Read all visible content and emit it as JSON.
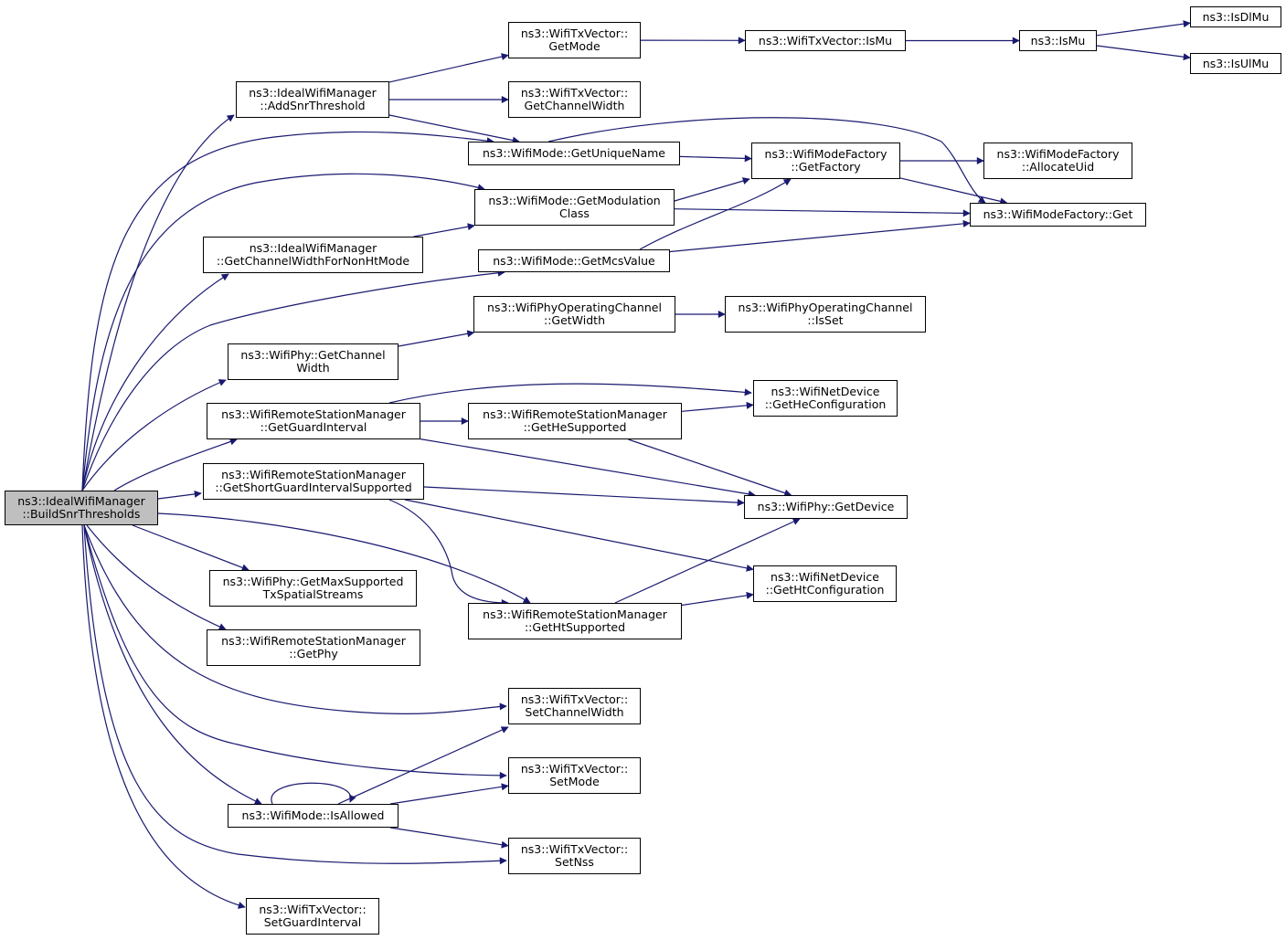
{
  "colors": {
    "edge": "#191970",
    "node_border": "#000000",
    "root_fill": "#bfbfbf",
    "node_fill": "#ffffff"
  },
  "nodes": {
    "BuildSnrThresholds": {
      "lines": [
        "ns3::IdealWifiManager",
        "::BuildSnrThresholds"
      ],
      "root": true
    },
    "AddSnrThreshold": {
      "lines": [
        "ns3::IdealWifiManager",
        "::AddSnrThreshold"
      ]
    },
    "TxGetMode": {
      "lines": [
        "ns3::WifiTxVector::",
        "GetMode"
      ]
    },
    "TxGetChannelWidth": {
      "lines": [
        "ns3::WifiTxVector::",
        "GetChannelWidth"
      ]
    },
    "TxIsMu": {
      "lines": [
        "ns3::WifiTxVector::IsMu"
      ]
    },
    "IsMu": {
      "lines": [
        "ns3::IsMu"
      ]
    },
    "IsDlMu": {
      "lines": [
        "ns3::IsDlMu"
      ]
    },
    "IsUlMu": {
      "lines": [
        "ns3::IsUlMu"
      ]
    },
    "GetUniqueName": {
      "lines": [
        "ns3::WifiMode::GetUniqueName"
      ]
    },
    "GetFactory": {
      "lines": [
        "ns3::WifiModeFactory",
        "::GetFactory"
      ]
    },
    "AllocateUid": {
      "lines": [
        "ns3::WifiModeFactory",
        "::AllocateUid"
      ]
    },
    "FactoryGet": {
      "lines": [
        "ns3::WifiModeFactory::Get"
      ]
    },
    "GetModulationClass": {
      "lines": [
        "ns3::WifiMode::GetModulation",
        "Class"
      ]
    },
    "GetChannelWidthForNonHtMode": {
      "lines": [
        "ns3::IdealWifiManager",
        "::GetChannelWidthForNonHtMode"
      ]
    },
    "GetMcsValue": {
      "lines": [
        "ns3::WifiMode::GetMcsValue"
      ]
    },
    "OpChanGetWidth": {
      "lines": [
        "ns3::WifiPhyOperatingChannel",
        "::GetWidth"
      ]
    },
    "OpChanIsSet": {
      "lines": [
        "ns3::WifiPhyOperatingChannel",
        "::IsSet"
      ]
    },
    "PhyGetChannelWidth": {
      "lines": [
        "ns3::WifiPhy::GetChannel",
        "Width"
      ]
    },
    "GetGuardInterval": {
      "lines": [
        "ns3::WifiRemoteStationManager",
        "::GetGuardInterval"
      ]
    },
    "GetHeSupported": {
      "lines": [
        "ns3::WifiRemoteStationManager",
        "::GetHeSupported"
      ]
    },
    "GetHeConfiguration": {
      "lines": [
        "ns3::WifiNetDevice",
        "::GetHeConfiguration"
      ]
    },
    "GetShortGuardIntervalSupported": {
      "lines": [
        "ns3::WifiRemoteStationManager",
        "::GetShortGuardIntervalSupported"
      ]
    },
    "PhyGetDevice": {
      "lines": [
        "ns3::WifiPhy::GetDevice"
      ]
    },
    "GetHtConfiguration": {
      "lines": [
        "ns3::WifiNetDevice",
        "::GetHtConfiguration"
      ]
    },
    "GetMaxSupportedTxSpatialStreams": {
      "lines": [
        "ns3::WifiPhy::GetMaxSupported",
        "TxSpatialStreams"
      ]
    },
    "GetHtSupported": {
      "lines": [
        "ns3::WifiRemoteStationManager",
        "::GetHtSupported"
      ]
    },
    "GetPhy": {
      "lines": [
        "ns3::WifiRemoteStationManager",
        "::GetPhy"
      ]
    },
    "SetChannelWidth": {
      "lines": [
        "ns3::WifiTxVector::",
        "SetChannelWidth"
      ]
    },
    "SetMode": {
      "lines": [
        "ns3::WifiTxVector::",
        "SetMode"
      ]
    },
    "IsAllowed": {
      "lines": [
        "ns3::WifiMode::IsAllowed"
      ]
    },
    "SetNss": {
      "lines": [
        "ns3::WifiTxVector::",
        "SetNss"
      ]
    },
    "SetGuardInterval": {
      "lines": [
        "ns3::WifiTxVector::",
        "SetGuardInterval"
      ]
    }
  },
  "edges": [
    [
      "BuildSnrThresholds",
      "AddSnrThreshold"
    ],
    [
      "BuildSnrThresholds",
      "GetUniqueName"
    ],
    [
      "BuildSnrThresholds",
      "GetModulationClass"
    ],
    [
      "BuildSnrThresholds",
      "GetChannelWidthForNonHtMode"
    ],
    [
      "BuildSnrThresholds",
      "GetMcsValue"
    ],
    [
      "BuildSnrThresholds",
      "PhyGetChannelWidth"
    ],
    [
      "BuildSnrThresholds",
      "GetGuardInterval"
    ],
    [
      "BuildSnrThresholds",
      "GetShortGuardIntervalSupported"
    ],
    [
      "BuildSnrThresholds",
      "GetMaxSupportedTxSpatialStreams"
    ],
    [
      "BuildSnrThresholds",
      "GetHtSupported"
    ],
    [
      "BuildSnrThresholds",
      "GetPhy"
    ],
    [
      "BuildSnrThresholds",
      "SetChannelWidth"
    ],
    [
      "BuildSnrThresholds",
      "SetMode"
    ],
    [
      "BuildSnrThresholds",
      "IsAllowed"
    ],
    [
      "BuildSnrThresholds",
      "SetNss"
    ],
    [
      "BuildSnrThresholds",
      "SetGuardInterval"
    ],
    [
      "AddSnrThreshold",
      "TxGetMode"
    ],
    [
      "AddSnrThreshold",
      "TxGetChannelWidth"
    ],
    [
      "AddSnrThreshold",
      "GetUniqueName"
    ],
    [
      "TxGetMode",
      "TxIsMu"
    ],
    [
      "TxIsMu",
      "IsMu"
    ],
    [
      "IsMu",
      "IsDlMu"
    ],
    [
      "IsMu",
      "IsUlMu"
    ],
    [
      "GetUniqueName",
      "GetFactory"
    ],
    [
      "GetUniqueName",
      "FactoryGet"
    ],
    [
      "GetFactory",
      "AllocateUid"
    ],
    [
      "GetFactory",
      "FactoryGet"
    ],
    [
      "GetModulationClass",
      "GetFactory"
    ],
    [
      "GetModulationClass",
      "FactoryGet"
    ],
    [
      "GetChannelWidthForNonHtMode",
      "GetModulationClass"
    ],
    [
      "GetMcsValue",
      "GetFactory"
    ],
    [
      "GetMcsValue",
      "FactoryGet"
    ],
    [
      "PhyGetChannelWidth",
      "OpChanGetWidth"
    ],
    [
      "OpChanGetWidth",
      "OpChanIsSet"
    ],
    [
      "GetGuardInterval",
      "GetHeConfiguration"
    ],
    [
      "GetGuardInterval",
      "GetHeSupported"
    ],
    [
      "GetGuardInterval",
      "PhyGetDevice"
    ],
    [
      "GetHeSupported",
      "GetHeConfiguration"
    ],
    [
      "GetHeSupported",
      "PhyGetDevice"
    ],
    [
      "GetShortGuardIntervalSupported",
      "PhyGetDevice"
    ],
    [
      "GetShortGuardIntervalSupported",
      "GetHtConfiguration"
    ],
    [
      "GetShortGuardIntervalSupported",
      "GetHtSupported"
    ],
    [
      "GetHtSupported",
      "PhyGetDevice"
    ],
    [
      "GetHtSupported",
      "GetHtConfiguration"
    ],
    [
      "IsAllowed",
      "IsAllowed"
    ],
    [
      "IsAllowed",
      "SetChannelWidth"
    ],
    [
      "IsAllowed",
      "SetMode"
    ],
    [
      "IsAllowed",
      "SetNss"
    ]
  ]
}
